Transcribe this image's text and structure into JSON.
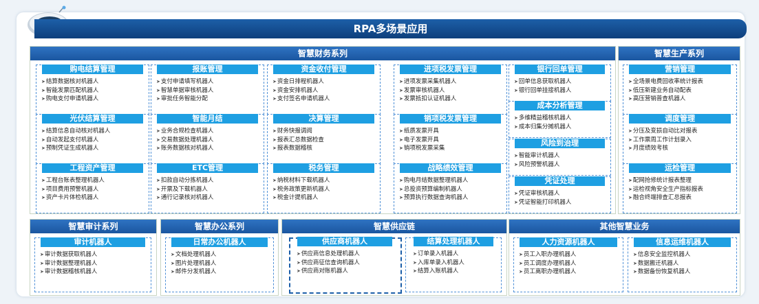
{
  "title": "RPA多场景应用",
  "sections": {
    "finance": {
      "header": "智慧财务系列",
      "cards": [
        {
          "title": "购电结算管理",
          "items": [
            "结算数据核对机器人",
            "智能发票匹配机器人",
            "购电支付申请机器人"
          ]
        },
        {
          "title": "报账管理",
          "items": [
            "支付申请填写机器人",
            "智慧单据审核机器人",
            "审批任务智能分配"
          ]
        },
        {
          "title": "资金收付管理",
          "items": [
            "资金日排程机器人",
            "资金安排机器人",
            "支付签名申请机器人"
          ]
        },
        {
          "title": "进项税发票管理",
          "items": [
            "进项发票采集机器人",
            "发票审核机器人",
            "发票抵扣认证机器人"
          ]
        },
        {
          "title": "银行回单管理",
          "items": [
            "回单信息获取机器人",
            "银行回单挂接机器人"
          ]
        },
        {
          "title": "光伏结算管理",
          "items": [
            "结算信息自动核对机器人",
            "自动发起支付机器人",
            "预制凭证生成机器人"
          ]
        },
        {
          "title": "智能月结",
          "items": [
            "业务合规检查机器人",
            "交易数据处理机器人",
            "账务数据核对机器人"
          ]
        },
        {
          "title": "决算管理",
          "items": [
            "财务快报调阅",
            "报表汇总数据检查",
            "报表数据稽核"
          ]
        },
        {
          "title": "销项税发票管理",
          "items": [
            "纸质发票开具",
            "电子发票开具",
            "销项税发票采集"
          ]
        },
        {
          "title": "成本分析管理",
          "items": [
            "多维精益稽核机器人",
            "成本归集分摊机器人"
          ]
        },
        {
          "title": "风险到治理",
          "items": [
            "智能审计机器人",
            "风险预警机器人"
          ]
        },
        {
          "title": "工程资产管理",
          "items": [
            "工程台账表整理机器人",
            "项目费用预警机器人",
            "资产卡片体检机器人"
          ]
        },
        {
          "title": "ETC管理",
          "items": [
            "扣款自动分拣机器人",
            "开票及下载机器人",
            "通行记录核对机器人"
          ]
        },
        {
          "title": "税务管理",
          "items": [
            "纳税材料下载机器人",
            "税务政策更新机器人",
            "税金计提机器人"
          ]
        },
        {
          "title": "战略绩效管理",
          "items": [
            "购电月结数据整理机器人",
            "总投资预算编制机器人",
            "预算执行数据查询机器人"
          ]
        },
        {
          "title": "凭证处理",
          "items": [
            "凭证审核机器人",
            "凭证智能打印机器人"
          ]
        }
      ]
    },
    "production": {
      "header": "智慧生产系列",
      "cards": [
        {
          "title": "营销管理",
          "items": [
            "全场景电费回收率统计报表",
            "低压新建业务自动配表",
            "高压营销普查机器人"
          ]
        },
        {
          "title": "调度管理",
          "items": [
            "分压及变损自动比对报表",
            "工作票周工作计划录入",
            "月度绩效考核"
          ]
        },
        {
          "title": "运检管理",
          "items": [
            "配网抢修统计报表整理",
            "运检视角安全生产指标报表",
            "融合终端排查汇总报表"
          ]
        }
      ]
    },
    "audit": {
      "header": "智慧审计系列",
      "cards": [
        {
          "title": "审计机器人",
          "items": [
            "审计数据获取机器人",
            "审计数据整理机器人",
            "审计数据稽核机器人"
          ]
        }
      ]
    },
    "office": {
      "header": "智慧办公系列",
      "cards": [
        {
          "title": "日常办公机器人",
          "items": [
            "文档处理机器人",
            "图片处理机器人",
            "邮件分发机器人"
          ]
        }
      ]
    },
    "supply": {
      "header": "智慧供应链",
      "cards": [
        {
          "title": "供应商机器人",
          "items": [
            "供应商信息处理机器人",
            "供应商征信查询机器人",
            "供应商对账机器人"
          ]
        },
        {
          "title": "结算处理机器人",
          "items": [
            "订单录入机器人",
            "入库单录入机器人",
            "结算入账机器人"
          ]
        }
      ]
    },
    "other": {
      "header": "其他智慧业务",
      "cards": [
        {
          "title": "人力资源机器人",
          "items": [
            "员工入职办理机器人",
            "员工调度办理机器人",
            "员工离职办理机器人"
          ]
        },
        {
          "title": "信息运维机器人",
          "items": [
            "信息安全监控机器人",
            "数据搬迁机器人",
            "数据备份恢复机器人"
          ]
        }
      ]
    }
  },
  "colors": {
    "banner": "#164f93",
    "section_header": "#2366b5",
    "card_title": "#1e9fe2",
    "card_border": "#4d8fd6"
  }
}
